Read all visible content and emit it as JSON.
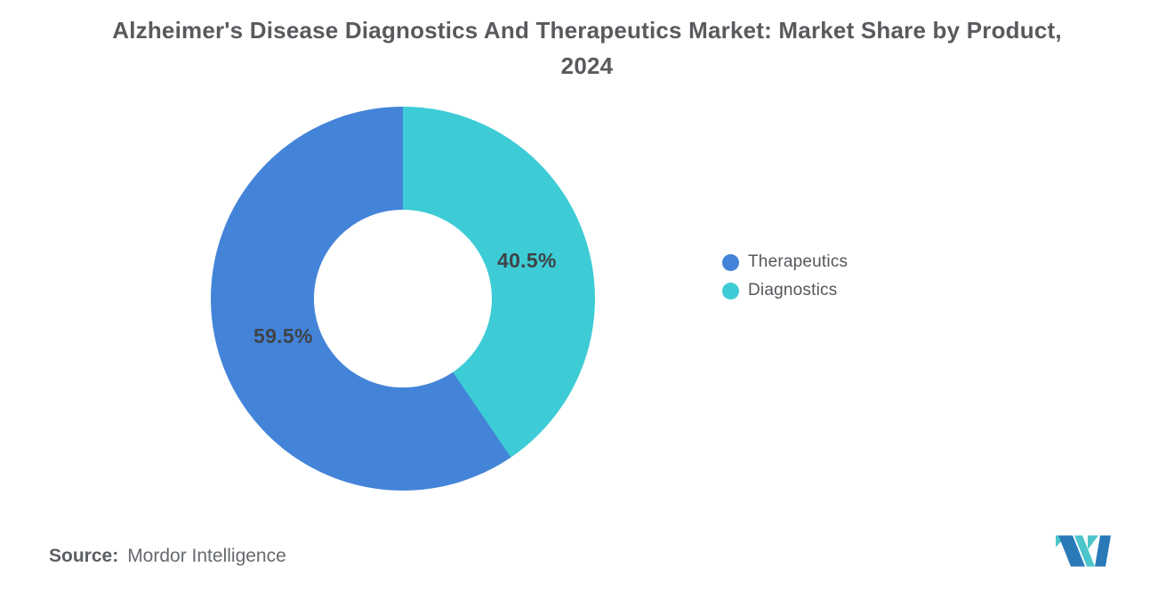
{
  "chart_data": {
    "type": "pie",
    "subtype": "donut",
    "title": "Alzheimer's Disease Diagnostics And Therapeutics Market: Market Share by Product, 2024",
    "slices": [
      {
        "label": "Therapeutics",
        "value": 59.5,
        "display_label": "59.5%",
        "color": "#4384d9"
      },
      {
        "label": "Diagnostics",
        "value": 40.5,
        "display_label": "40.5%",
        "color": "#3dccd5"
      }
    ],
    "start_angle": "top",
    "direction": "clockwise_first_slice_is_last_in_legend",
    "inner_radius_pct": 46.3,
    "legend_position": "right",
    "data_labels": "inside-percent",
    "background": "#ffffff"
  },
  "footer": {
    "source_label": "Source:",
    "source_value": "Mordor Intelligence",
    "logo_name": "mordor-intelligence-logo",
    "logo_colors": {
      "blue": "#2a7ab8",
      "teal": "#4cc5cb"
    }
  }
}
